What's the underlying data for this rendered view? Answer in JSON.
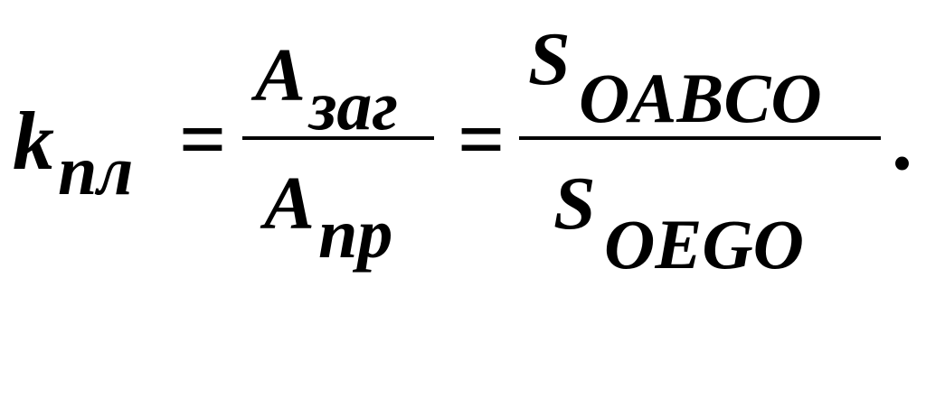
{
  "formula": {
    "lhs": {
      "base": "k",
      "sub": "пл"
    },
    "eq1": "=",
    "frac1": {
      "num": {
        "base": "A",
        "sub": "заг"
      },
      "den": {
        "base": "A",
        "sub": "пр"
      }
    },
    "eq2": "=",
    "frac2": {
      "num": {
        "base": "S",
        "sub": "OABCO"
      },
      "den": {
        "base": "S",
        "sub": "OEGO"
      }
    },
    "end": "."
  }
}
